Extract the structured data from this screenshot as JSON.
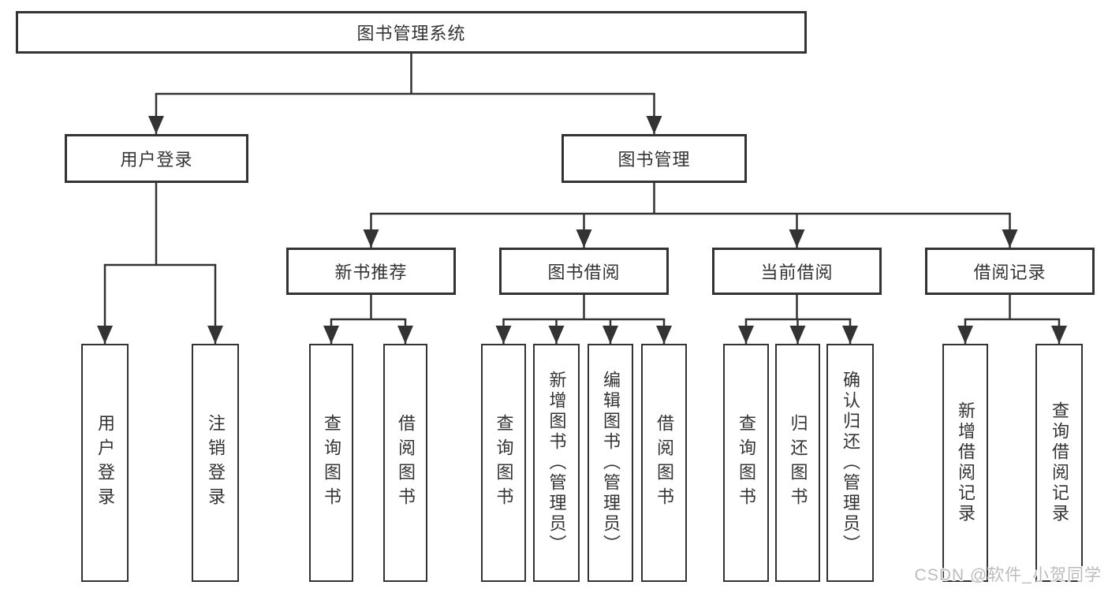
{
  "watermark": "CSDN @软件_小贺同学",
  "colors": {
    "line": "#333333",
    "text": "#333333",
    "watermark": "#bcbcbc",
    "background": "#ffffff"
  },
  "tree": {
    "root": {
      "label": "图书管理系统"
    },
    "branches": [
      {
        "label": "用户登录",
        "children": [
          {
            "label": "用户登录"
          },
          {
            "label": "注销登录"
          }
        ]
      },
      {
        "label": "图书管理",
        "children": [
          {
            "label": "新书推荐",
            "children": [
              {
                "label": "查询图书"
              },
              {
                "label": "借阅图书"
              }
            ]
          },
          {
            "label": "图书借阅",
            "children": [
              {
                "label": "查询图书"
              },
              {
                "label": "新增图书（管理员）"
              },
              {
                "label": "编辑图书（管理员）"
              },
              {
                "label": "借阅图书"
              }
            ]
          },
          {
            "label": "当前借阅",
            "children": [
              {
                "label": "查询图书"
              },
              {
                "label": "归还图书"
              },
              {
                "label": "确认归还（管理员）"
              }
            ]
          },
          {
            "label": "借阅记录",
            "children": [
              {
                "label": "新增借阅记录"
              },
              {
                "label": "查询借阅记录"
              }
            ]
          }
        ]
      }
    ]
  }
}
